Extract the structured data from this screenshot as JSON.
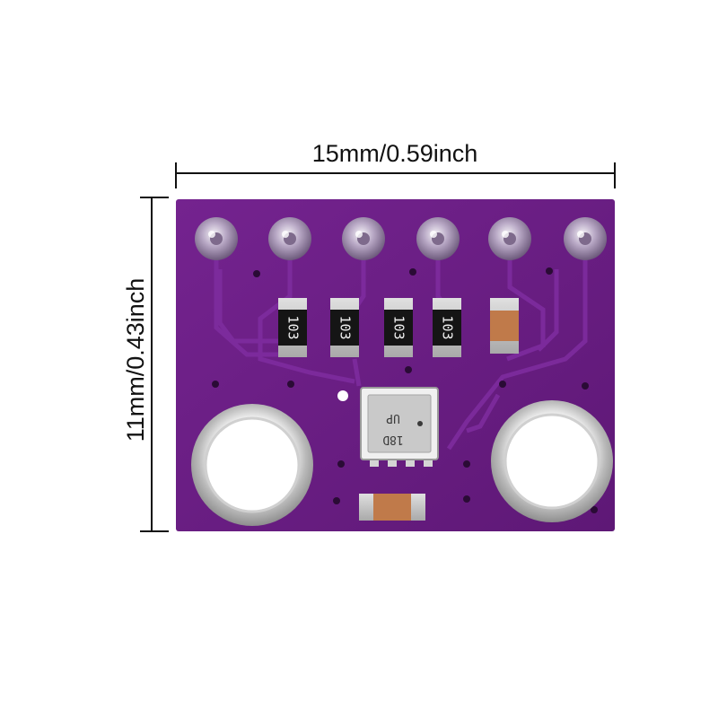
{
  "dimensions": {
    "width_label": "15mm/0.59inch",
    "height_label": "11mm/0.43inch"
  },
  "board": {
    "pcb_color": "#6b1f87",
    "pad_count": 6,
    "resistors": [
      {
        "marking": "103"
      },
      {
        "marking": "103"
      },
      {
        "marking": "103"
      },
      {
        "marking": "103"
      }
    ],
    "sensor_marking_line1": "UP",
    "sensor_marking_line2": "18D",
    "mounting_holes": 2
  }
}
